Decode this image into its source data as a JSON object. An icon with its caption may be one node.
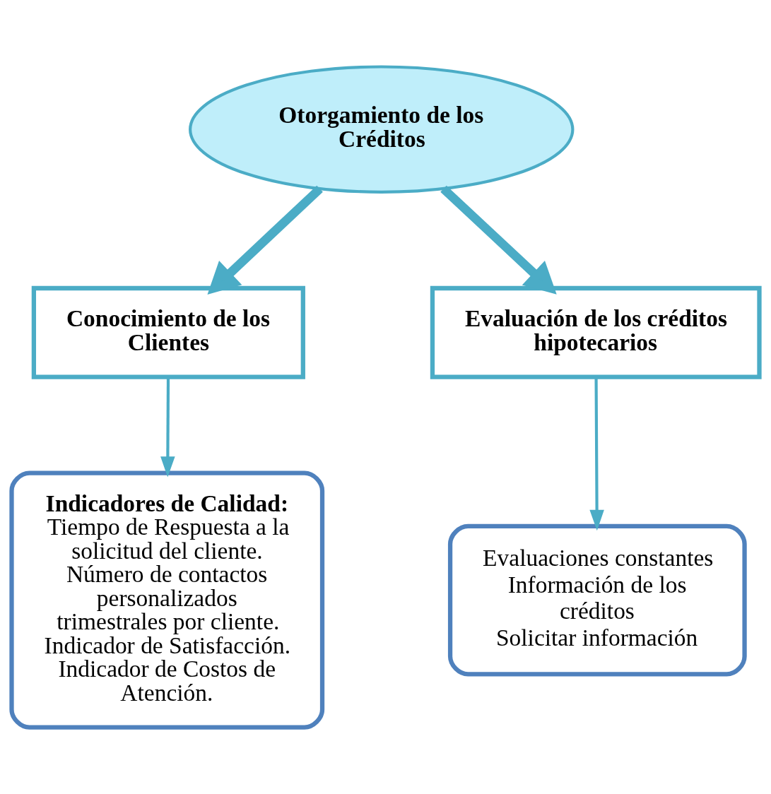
{
  "diagram": {
    "nodes": [
      {
        "text": [
          "Otorgamiento de los Créditos"
        ]
      },
      {
        "text": [
          "Conocimiento de los Clientes"
        ]
      },
      {
        "text": [
          "Evaluación de los créditos hipotecarios"
        ]
      },
      {
        "text": [
          "Indicadores de Calidad:",
          "Tiempo de Respuesta a la solicitud del cliente.",
          "Número de contactos personalizados trimestrales por cliente.",
          "Indicador de Satisfacción.",
          "Indicador de Costos de Atención."
        ]
      },
      {
        "text": [
          "Evaluaciones constantes",
          "Información de los créditos",
          "Solicitar información"
        ]
      }
    ],
    "edges": [
      {
        "from": 0,
        "to": 1,
        "arrow": "to",
        "style": "thick"
      },
      {
        "from": 0,
        "to": 2,
        "arrow": "to",
        "style": "thick"
      },
      {
        "from": 1,
        "to": 3,
        "arrow": "to"
      },
      {
        "from": 2,
        "to": 4,
        "arrow": "to"
      }
    ]
  }
}
